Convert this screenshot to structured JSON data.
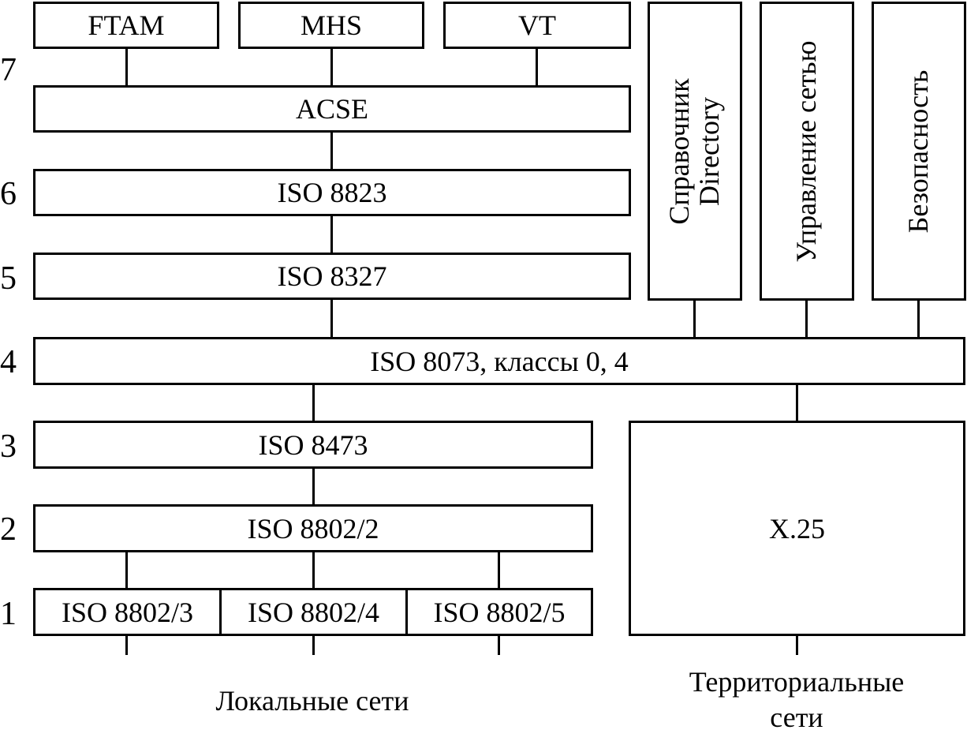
{
  "levels": {
    "l7": "7",
    "l6": "6",
    "l5": "5",
    "l4": "4",
    "l3": "3",
    "l2": "2",
    "l1": "1"
  },
  "apps": {
    "ftam": "FTAM",
    "mhs": "MHS",
    "vt": "VT"
  },
  "layers": {
    "acse": "ACSE",
    "presentation": "ISO 8823",
    "session": "ISO 8327",
    "transport": "ISO 8073, классы 0, 4",
    "network": "ISO 8473",
    "datalink": "ISO 8802/2",
    "physical": [
      "ISO 8802/3",
      "ISO 8802/4",
      "ISO 8802/5"
    ],
    "x25": "X.25"
  },
  "services": {
    "directory_line1": "Справочник",
    "directory_line2": "Directory",
    "network_mgmt": "Управление сетью",
    "security": "Безопасность"
  },
  "captions": {
    "local": "Локальные сети",
    "wan_line1": "Территориальные",
    "wan_line2": "сети"
  }
}
